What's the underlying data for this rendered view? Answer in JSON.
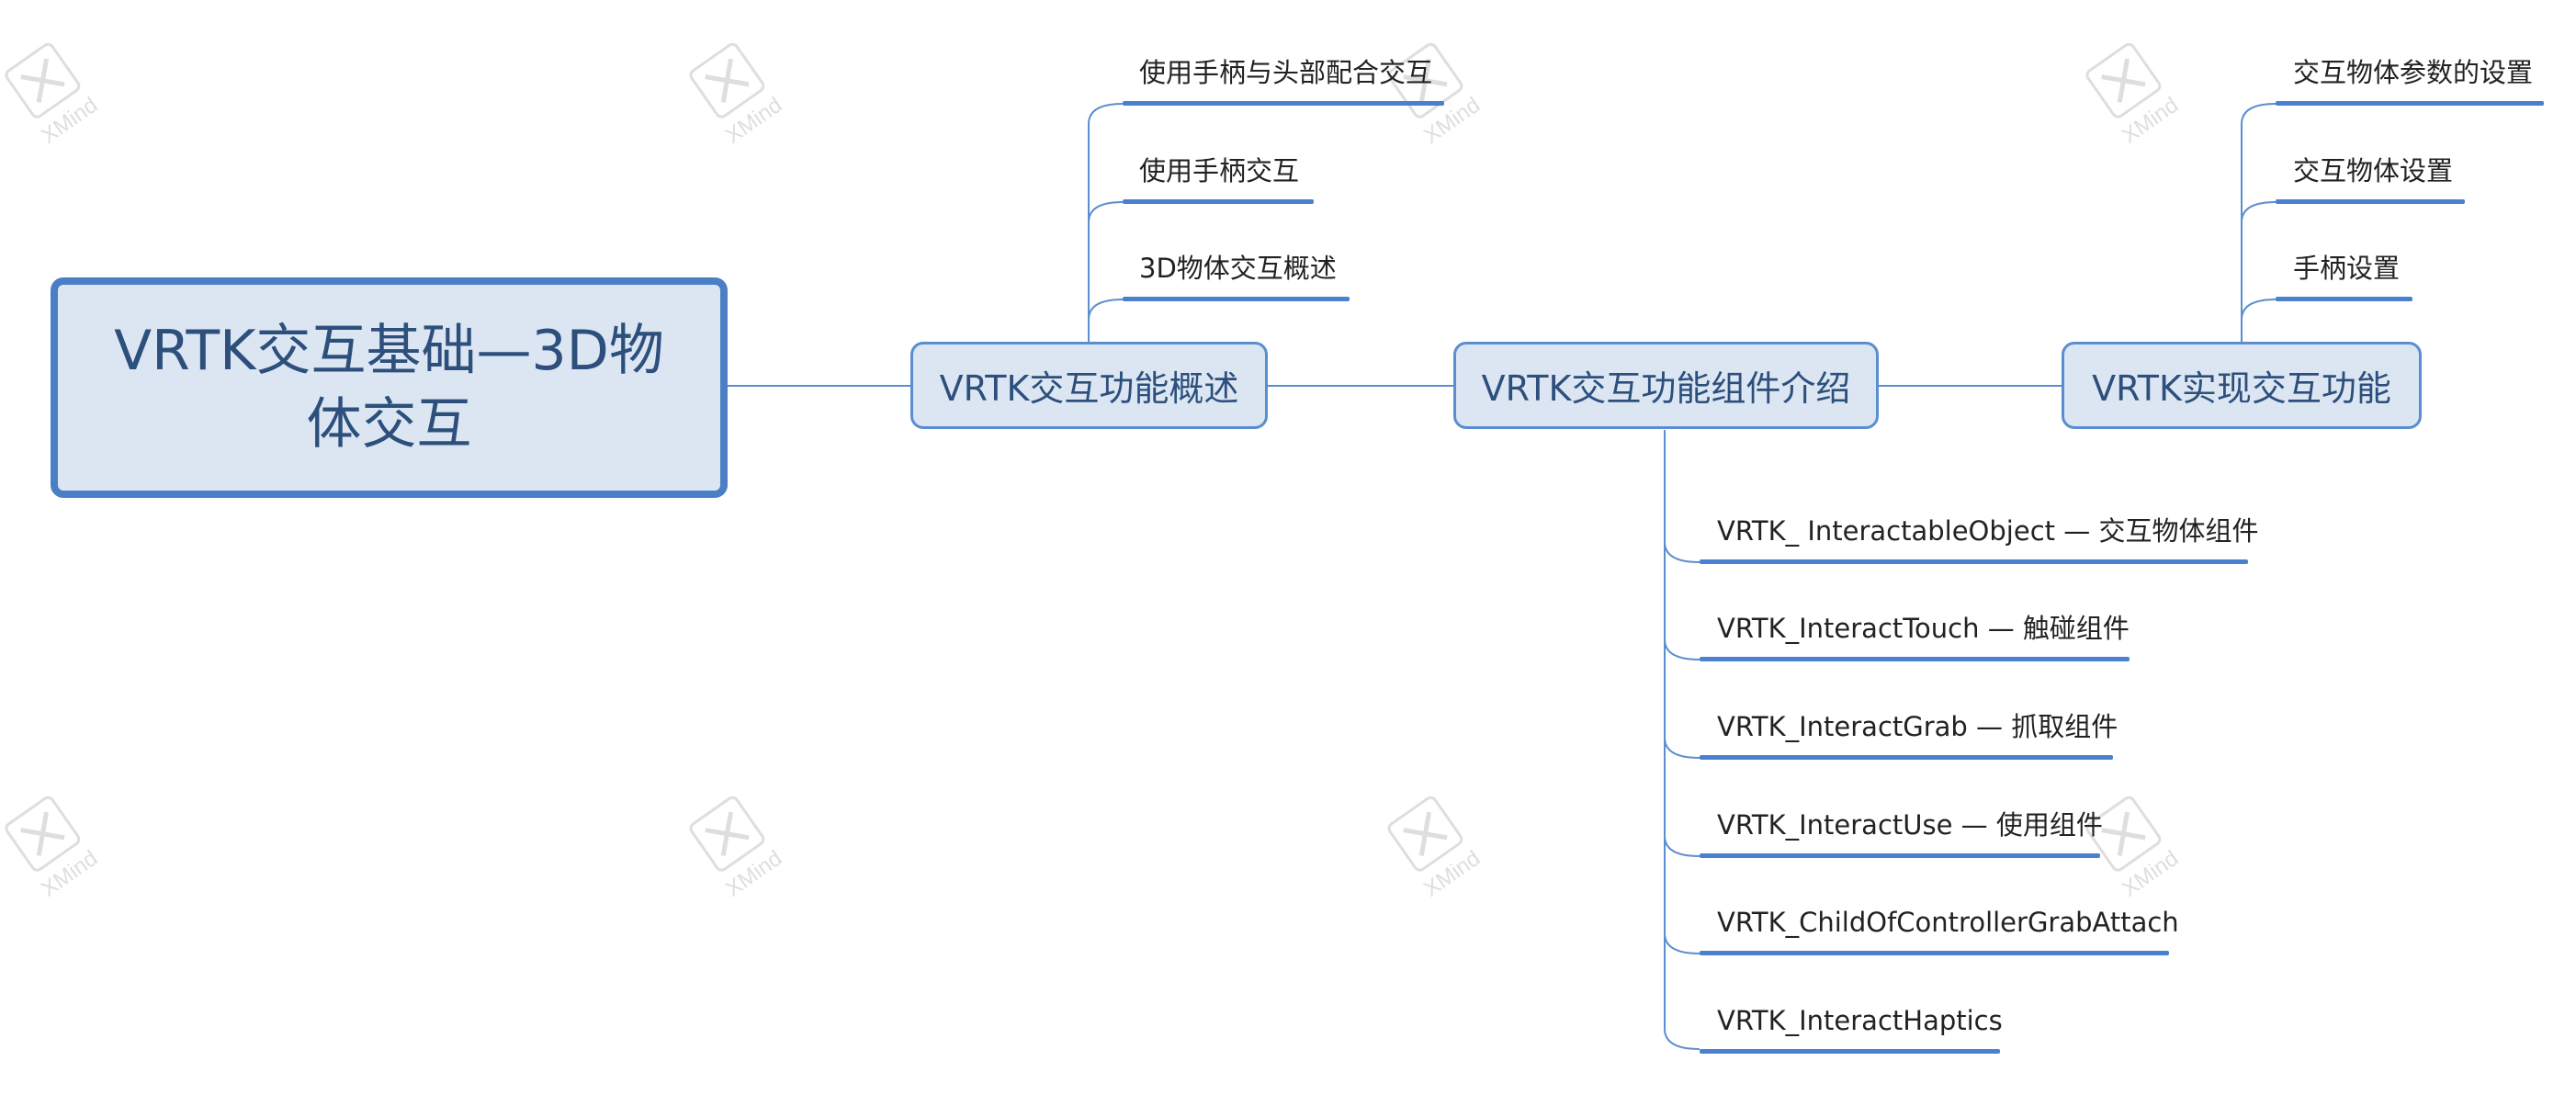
{
  "root": {
    "label": "VRTK交互基础—3D物体交互"
  },
  "branches": [
    {
      "label": "VRTK交互功能概述",
      "children": [
        "使用手柄与头部配合交互",
        "使用手柄交互",
        "3D物体交互概述"
      ]
    },
    {
      "label": "VRTK交互功能组件介绍",
      "children": [
        "VRTK_ InteractableObject — 交互物体组件",
        "VRTK_InteractTouch — 触碰组件",
        "VRTK_InteractGrab — 抓取组件",
        "VRTK_InteractUse — 使用组件",
        "VRTK_ChildOfControllerGrabAttach",
        "VRTK_InteractHaptics"
      ]
    },
    {
      "label": "VRTK实现交互功能",
      "children": [
        "交互物体参数的设置",
        "交互物体设置",
        "手柄设置"
      ]
    }
  ],
  "watermark": {
    "brand": "XMind",
    "subtitle": "试用模式"
  },
  "colors": {
    "line": "#4a80cf",
    "node_fill": "#dce6f3",
    "node_border": "#5b8ed0",
    "text": "#2c4f7c"
  }
}
